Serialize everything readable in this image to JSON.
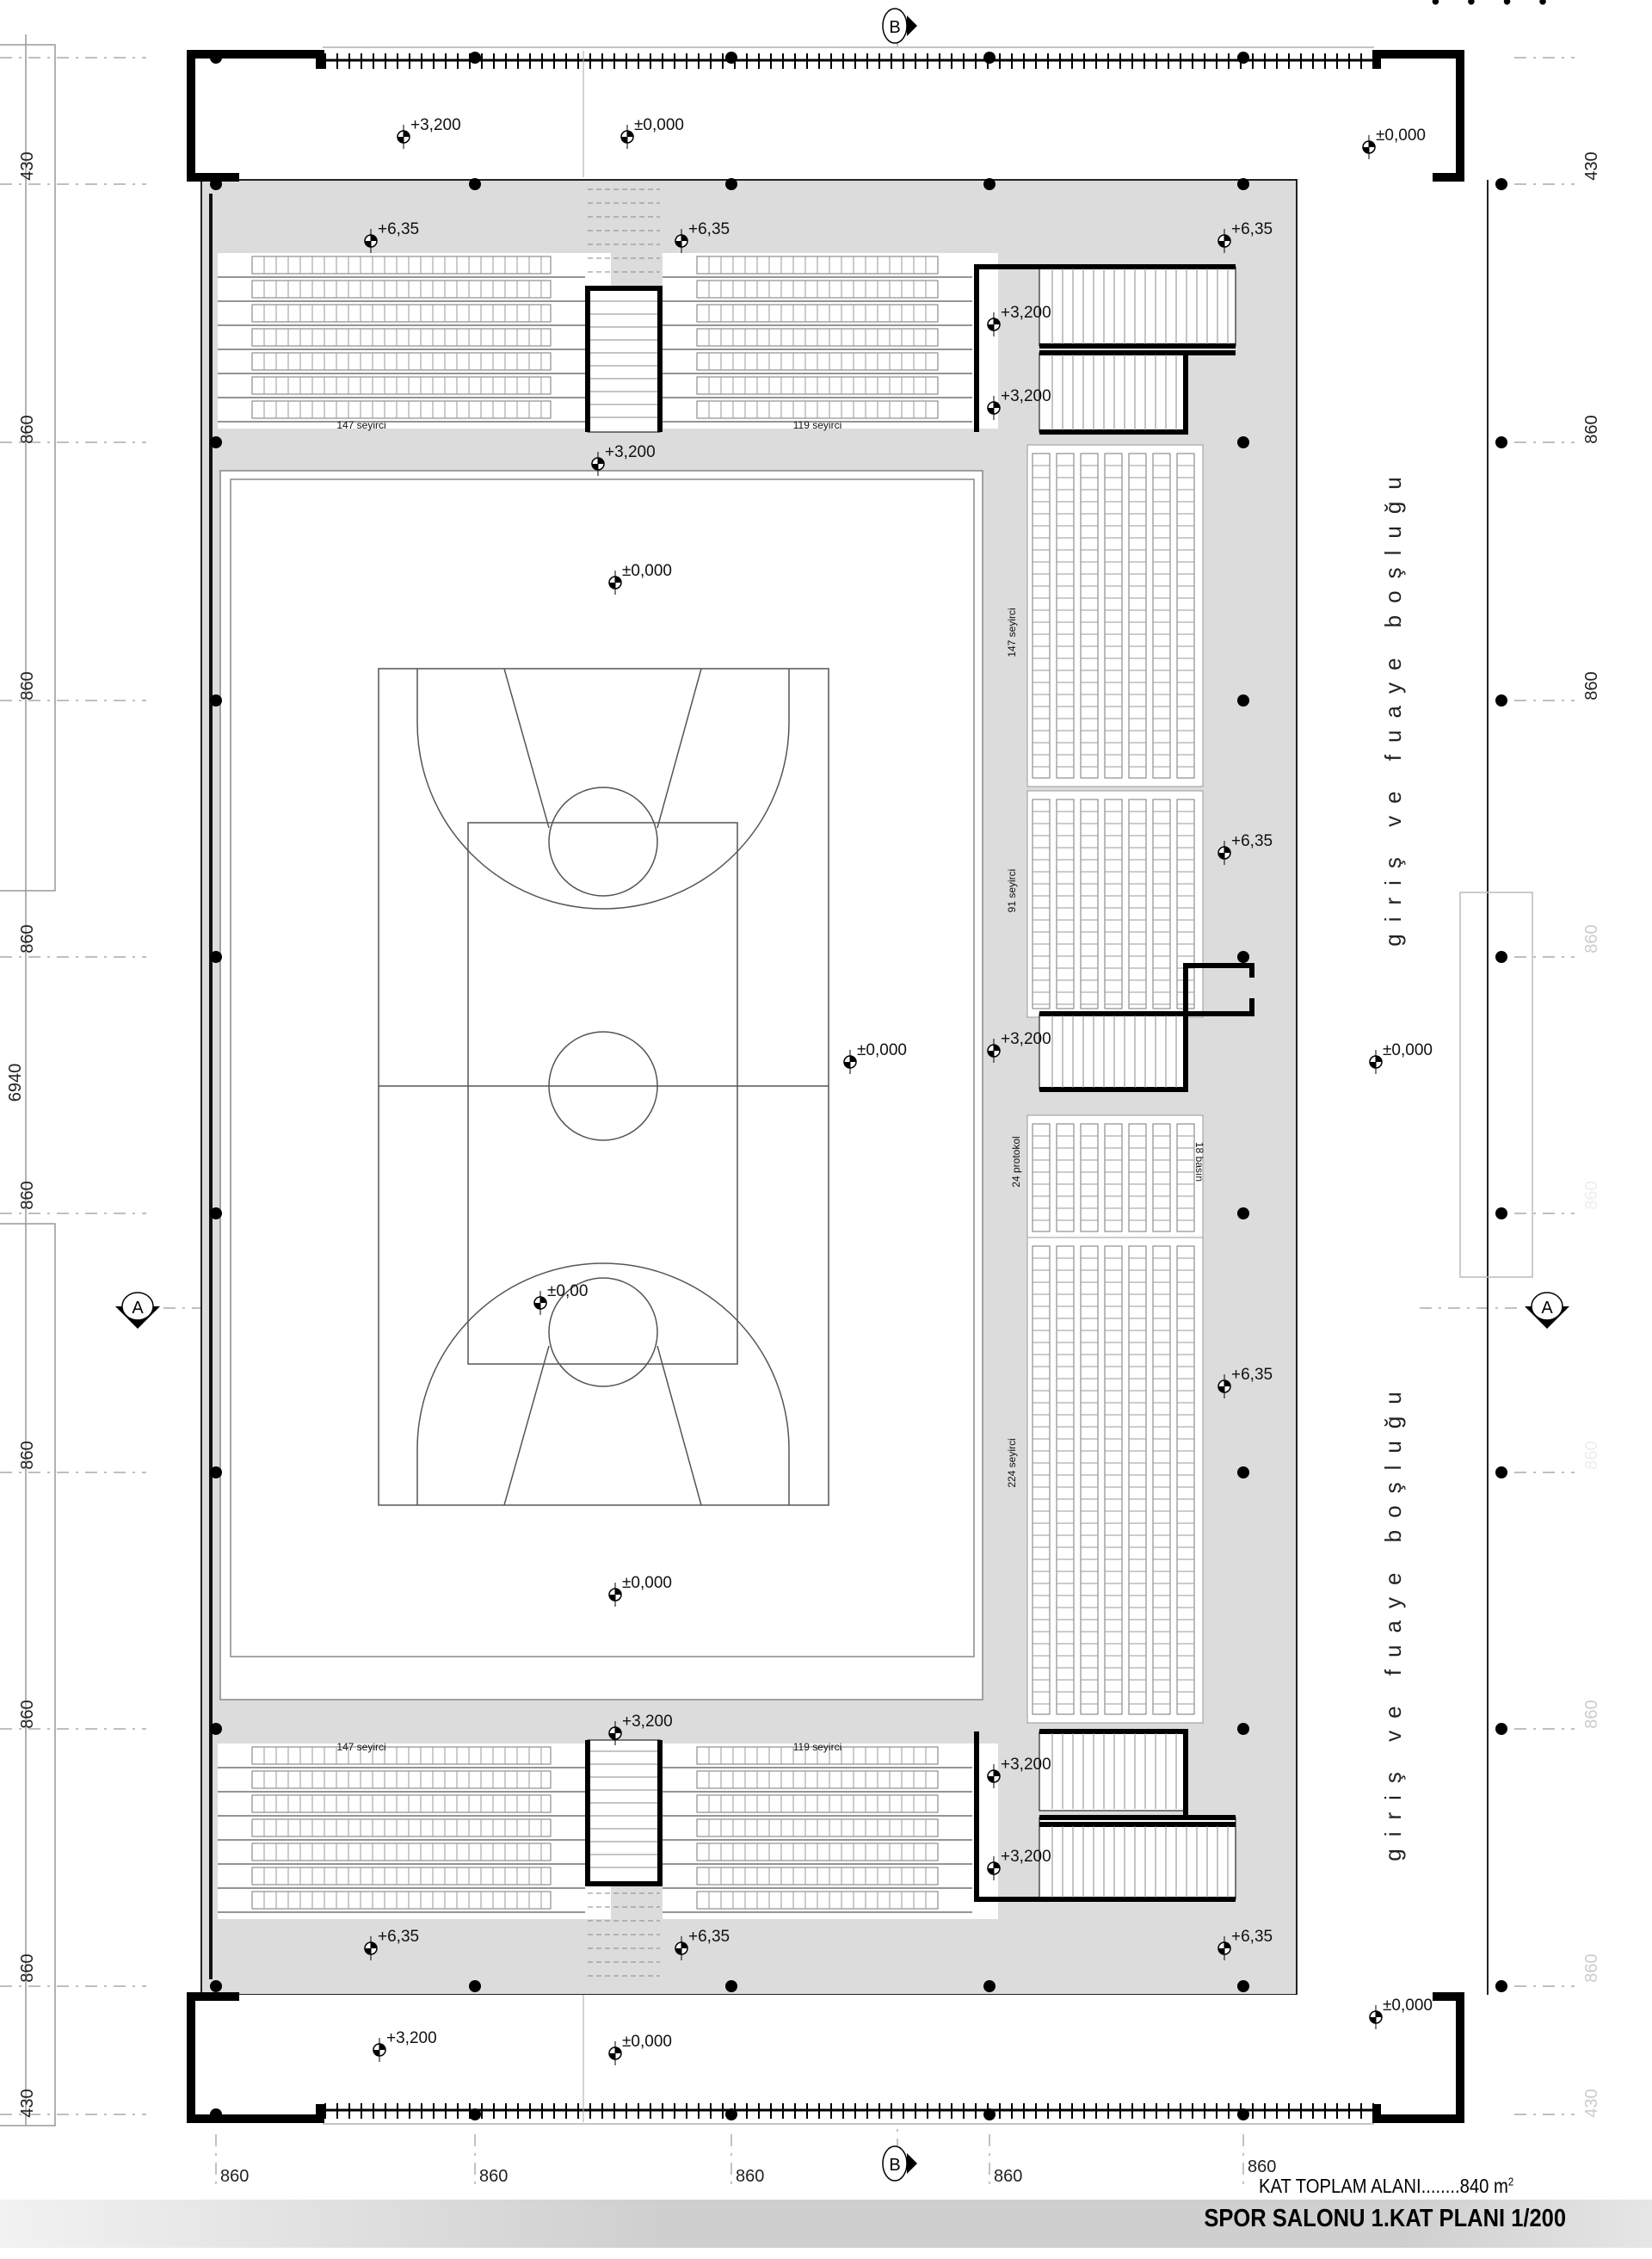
{
  "title": "SPOR SALONU 1.KAT PLANI 1/200",
  "area": {
    "label": "KAT TOPLAM ALANI........840 m",
    "sup": "2"
  },
  "corner_text": "• • • •",
  "section_markers": {
    "b_top": "B",
    "b_bottom": "B",
    "a_left": "A",
    "a_right": "A"
  },
  "left_dimensions": {
    "d1": "430",
    "d2": "860",
    "d3": "860",
    "d4": "860",
    "d5": "860",
    "d6": "860",
    "d7": "860",
    "d8": "860",
    "d9": "430",
    "total": "6940"
  },
  "right_dimensions": {
    "d1": "430",
    "d2": "860",
    "d3": "860",
    "d4": "860",
    "d5": "860",
    "d6": "860",
    "d7": "860",
    "d8": "860",
    "d9": "430"
  },
  "bottom_dimensions": {
    "d1": "860",
    "d2": "860",
    "d3": "860",
    "d4": "860",
    "d5": "860"
  },
  "foyer_label": "giriş ve fuaye boşluğu",
  "seating": {
    "top_left": "147 seyirci",
    "top_mid": "119 seyirci",
    "bottom_left": "147 seyirci",
    "bottom_mid": "119 seyirci",
    "right_1": "147 seyirci",
    "right_2": "91 seyirci",
    "protocol": "24 protokol",
    "press": "18 basın",
    "right_3": "224 seyirci"
  },
  "elevations": [
    "+3,200",
    "±0,000",
    "±0,000",
    "+6,35",
    "+6,35",
    "+6,35",
    "+3,200",
    "+3,200",
    "+3,200",
    "±0,000",
    "+6,35",
    "±0,000",
    "+3,200",
    "±0,000",
    "±0,00",
    "+6,35",
    "±0,000",
    "+3,200",
    "+3,200",
    "+3,200",
    "+6,35",
    "+6,35",
    "+6,35",
    "±0,000",
    "+3,200",
    "±0,000"
  ]
}
